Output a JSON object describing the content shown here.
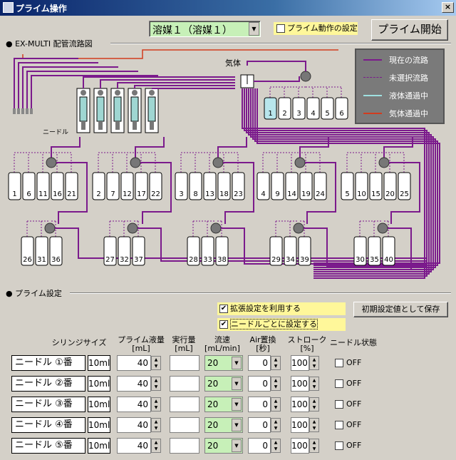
{
  "window": {
    "title": "プライム操作",
    "close": "×"
  },
  "top": {
    "solvent_select": "溶媒１（溶媒１）",
    "prime_setting_label": "プライム動作の設定",
    "start_button": "プライム開始"
  },
  "diagram": {
    "section_title": "EX-MULTI 配管流路図",
    "gas_label": "気体",
    "needle_label": "ニードル",
    "legend": [
      {
        "label": "現在の流路",
        "color": "#7b1a8c",
        "style": "solid"
      },
      {
        "label": "未選択流路",
        "color": "#7b1a8c",
        "style": "dashed"
      },
      {
        "label": "液体通過中",
        "color": "#9fe0e0",
        "style": "solid"
      },
      {
        "label": "気体通過中",
        "color": "#d23c1e",
        "style": "solid"
      }
    ],
    "gas_bottles": [
      "1",
      "2",
      "3",
      "4",
      "5",
      "6"
    ],
    "top_groups": [
      [
        "1",
        "6",
        "11",
        "16",
        "21"
      ],
      [
        "2",
        "7",
        "12",
        "17",
        "22"
      ],
      [
        "3",
        "8",
        "13",
        "18",
        "23"
      ],
      [
        "4",
        "9",
        "14",
        "19",
        "24"
      ],
      [
        "5",
        "10",
        "15",
        "20",
        "25"
      ]
    ],
    "bottom_groups": [
      [
        "26",
        "31",
        "36"
      ],
      [
        "27",
        "32",
        "37"
      ],
      [
        "28",
        "33",
        "38"
      ],
      [
        "29",
        "34",
        "39"
      ],
      [
        "30",
        "35",
        "40"
      ]
    ]
  },
  "prime": {
    "section_title": "プライム設定",
    "use_extended_label": "拡張設定を利用する",
    "per_needle_label": "ニードルごとに設定する",
    "save_default_button": "初期設定値として保存",
    "headers": {
      "syringe": "シリンジサイズ",
      "volume": "プライム液量\n[mL]",
      "actual": "実行量\n[mL]",
      "flow": "流速\n[mL/min]",
      "air": "Air置換\n[秒]",
      "stroke": "ストローク\n[%]",
      "status": "ニードル状態"
    },
    "rows": [
      {
        "name": "ニードル ①番",
        "size": "10ml",
        "volume": "40",
        "actual": "",
        "flow": "20",
        "air": "0",
        "stroke": "100",
        "status": "OFF"
      },
      {
        "name": "ニードル ②番",
        "size": "10ml",
        "volume": "40",
        "actual": "",
        "flow": "20",
        "air": "0",
        "stroke": "100",
        "status": "OFF"
      },
      {
        "name": "ニードル ③番",
        "size": "10ml",
        "volume": "40",
        "actual": "",
        "flow": "20",
        "air": "0",
        "stroke": "100",
        "status": "OFF"
      },
      {
        "name": "ニードル ④番",
        "size": "10ml",
        "volume": "40",
        "actual": "",
        "flow": "20",
        "air": "0",
        "stroke": "100",
        "status": "OFF"
      },
      {
        "name": "ニードル ⑤番",
        "size": "10ml",
        "volume": "40",
        "actual": "",
        "flow": "20",
        "air": "0",
        "stroke": "100",
        "status": "OFF"
      }
    ]
  }
}
